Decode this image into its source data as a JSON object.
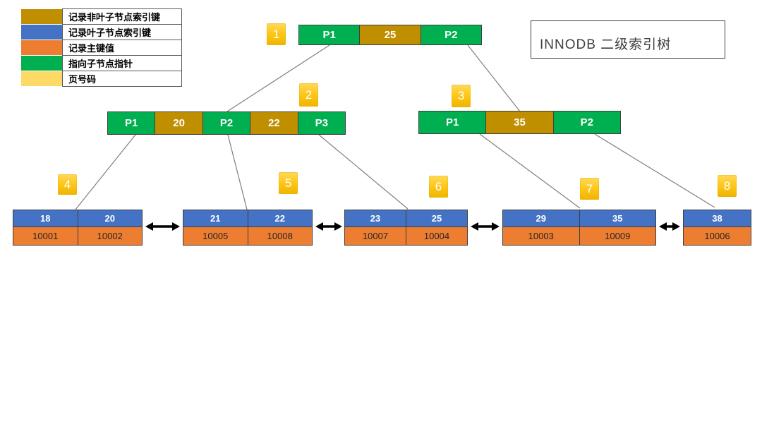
{
  "title_box": {
    "text": "INNODB 二级索引树"
  },
  "legend": {
    "items": [
      {
        "label": "记录非叶子节点索引键",
        "color": "#BF8F00"
      },
      {
        "label": "记录叶子节点索引键",
        "color": "#4472C4"
      },
      {
        "label": "记录主键值",
        "color": "#ED7D31"
      },
      {
        "label": "指向子节点指针",
        "color": "#00B050"
      },
      {
        "label": "页号码",
        "color": "#FFD966"
      }
    ]
  },
  "tree": {
    "root": {
      "page_no": "1",
      "cells": [
        "P1",
        "25",
        "P2"
      ]
    },
    "internal_nodes": [
      {
        "page_no": "2",
        "cells": [
          "P1",
          "20",
          "P2",
          "22",
          "P3"
        ]
      },
      {
        "page_no": "3",
        "cells": [
          "P1",
          "35",
          "P2"
        ]
      }
    ],
    "leaf_nodes": [
      {
        "page_no": "4",
        "index_keys": [
          "18",
          "20"
        ],
        "primary_keys": [
          "10001",
          "10002"
        ]
      },
      {
        "page_no": "5",
        "index_keys": [
          "21",
          "22"
        ],
        "primary_keys": [
          "10005",
          "10008"
        ]
      },
      {
        "page_no": "6",
        "index_keys": [
          "23",
          "25"
        ],
        "primary_keys": [
          "10007",
          "10004"
        ]
      },
      {
        "page_no": "7",
        "index_keys": [
          "29",
          "35"
        ],
        "primary_keys": [
          "10003",
          "10009"
        ]
      },
      {
        "page_no": "8",
        "index_keys": [
          "38"
        ],
        "primary_keys": [
          "10006"
        ]
      }
    ]
  },
  "colors": {
    "nonleaf_index_key": "#BF8F00",
    "leaf_index_key": "#4472C4",
    "primary_key_value": "#ED7D31",
    "child_pointer": "#00B050",
    "page_number": "#FFD966",
    "connector_line": "#7f7f7f",
    "leaf_link_arrow": "#000000"
  }
}
